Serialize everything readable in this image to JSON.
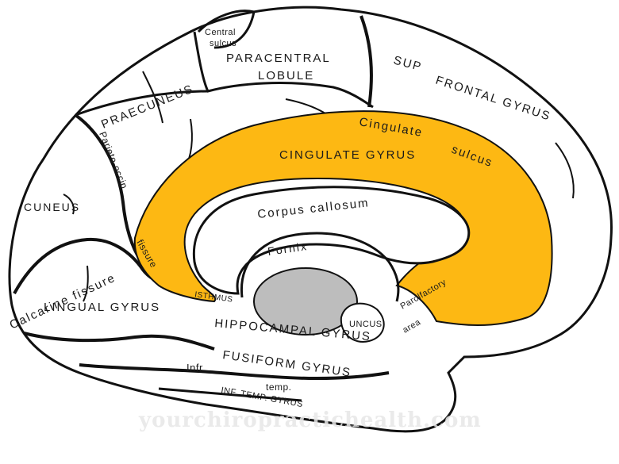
{
  "colors": {
    "cingulate": "#fdb813",
    "thalamus": "#bdbdbd",
    "outline": "#111111",
    "background": "#ffffff",
    "watermark": "#e6e6e6"
  },
  "labels": {
    "central_sulcus_1": "Central",
    "central_sulcus_2": "sulcus",
    "paracentral_1": "PARACENTRAL",
    "paracentral_2": "LOBULE",
    "sup_frontal_1": "SUP",
    "sup_frontal_2": "FRONTAL GYRUS",
    "praecuneus": "PRAECUNEUS",
    "parieto_occip": "Parieto-occip",
    "cingulate_sulcus_1": "Cingulate",
    "cingulate_sulcus_2": "sulcus",
    "cingulate_gyrus": "CINGULATE GYRUS",
    "corpus_callosum": "Corpus callosum",
    "cuneus": "CUNEUS",
    "fornix": "Fornix",
    "calcarine": "Calcarine fissure",
    "fissure": "fissure",
    "isthmus": "ISTHMUS",
    "lingual": "LINGUAL GYRUS",
    "hippocampal": "HIPPOCAMPAL GYRUS",
    "uncus": "UNCUS",
    "parolfactory_1": "Parolfactory",
    "parolfactory_2": "area",
    "fusiform": "FUSIFORM GYRUS",
    "infr": "Infr",
    "temp": "temp.",
    "inf_temp": "INF. TEMP. GYRUS"
  },
  "watermark": "yourchiropractichealth.com"
}
